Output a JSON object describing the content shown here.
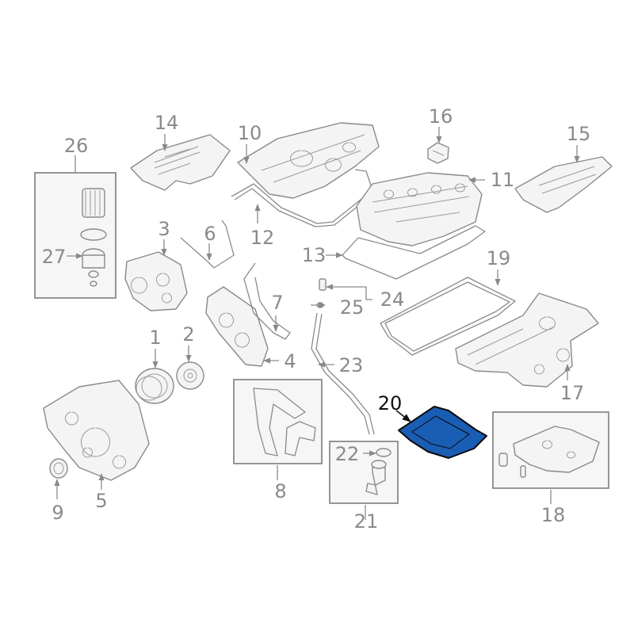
{
  "diagram": {
    "highlight_color": "#1a5db5",
    "line_color": "#8a8a8a",
    "active_label_color": "#111111",
    "callouts": {
      "c1": "1",
      "c2": "2",
      "c3": "3",
      "c4": "4",
      "c5": "5",
      "c6": "6",
      "c7": "7",
      "c8": "8",
      "c9": "9",
      "c10": "10",
      "c11": "11",
      "c12": "12",
      "c13": "13",
      "c14": "14",
      "c15": "15",
      "c16": "16",
      "c17": "17",
      "c18": "18",
      "c19": "19",
      "c20": "20",
      "c21": "21",
      "c22": "22",
      "c23": "23",
      "c24": "24",
      "c25": "25",
      "c26": "26",
      "c27": "27"
    },
    "highlighted_part": "20"
  }
}
